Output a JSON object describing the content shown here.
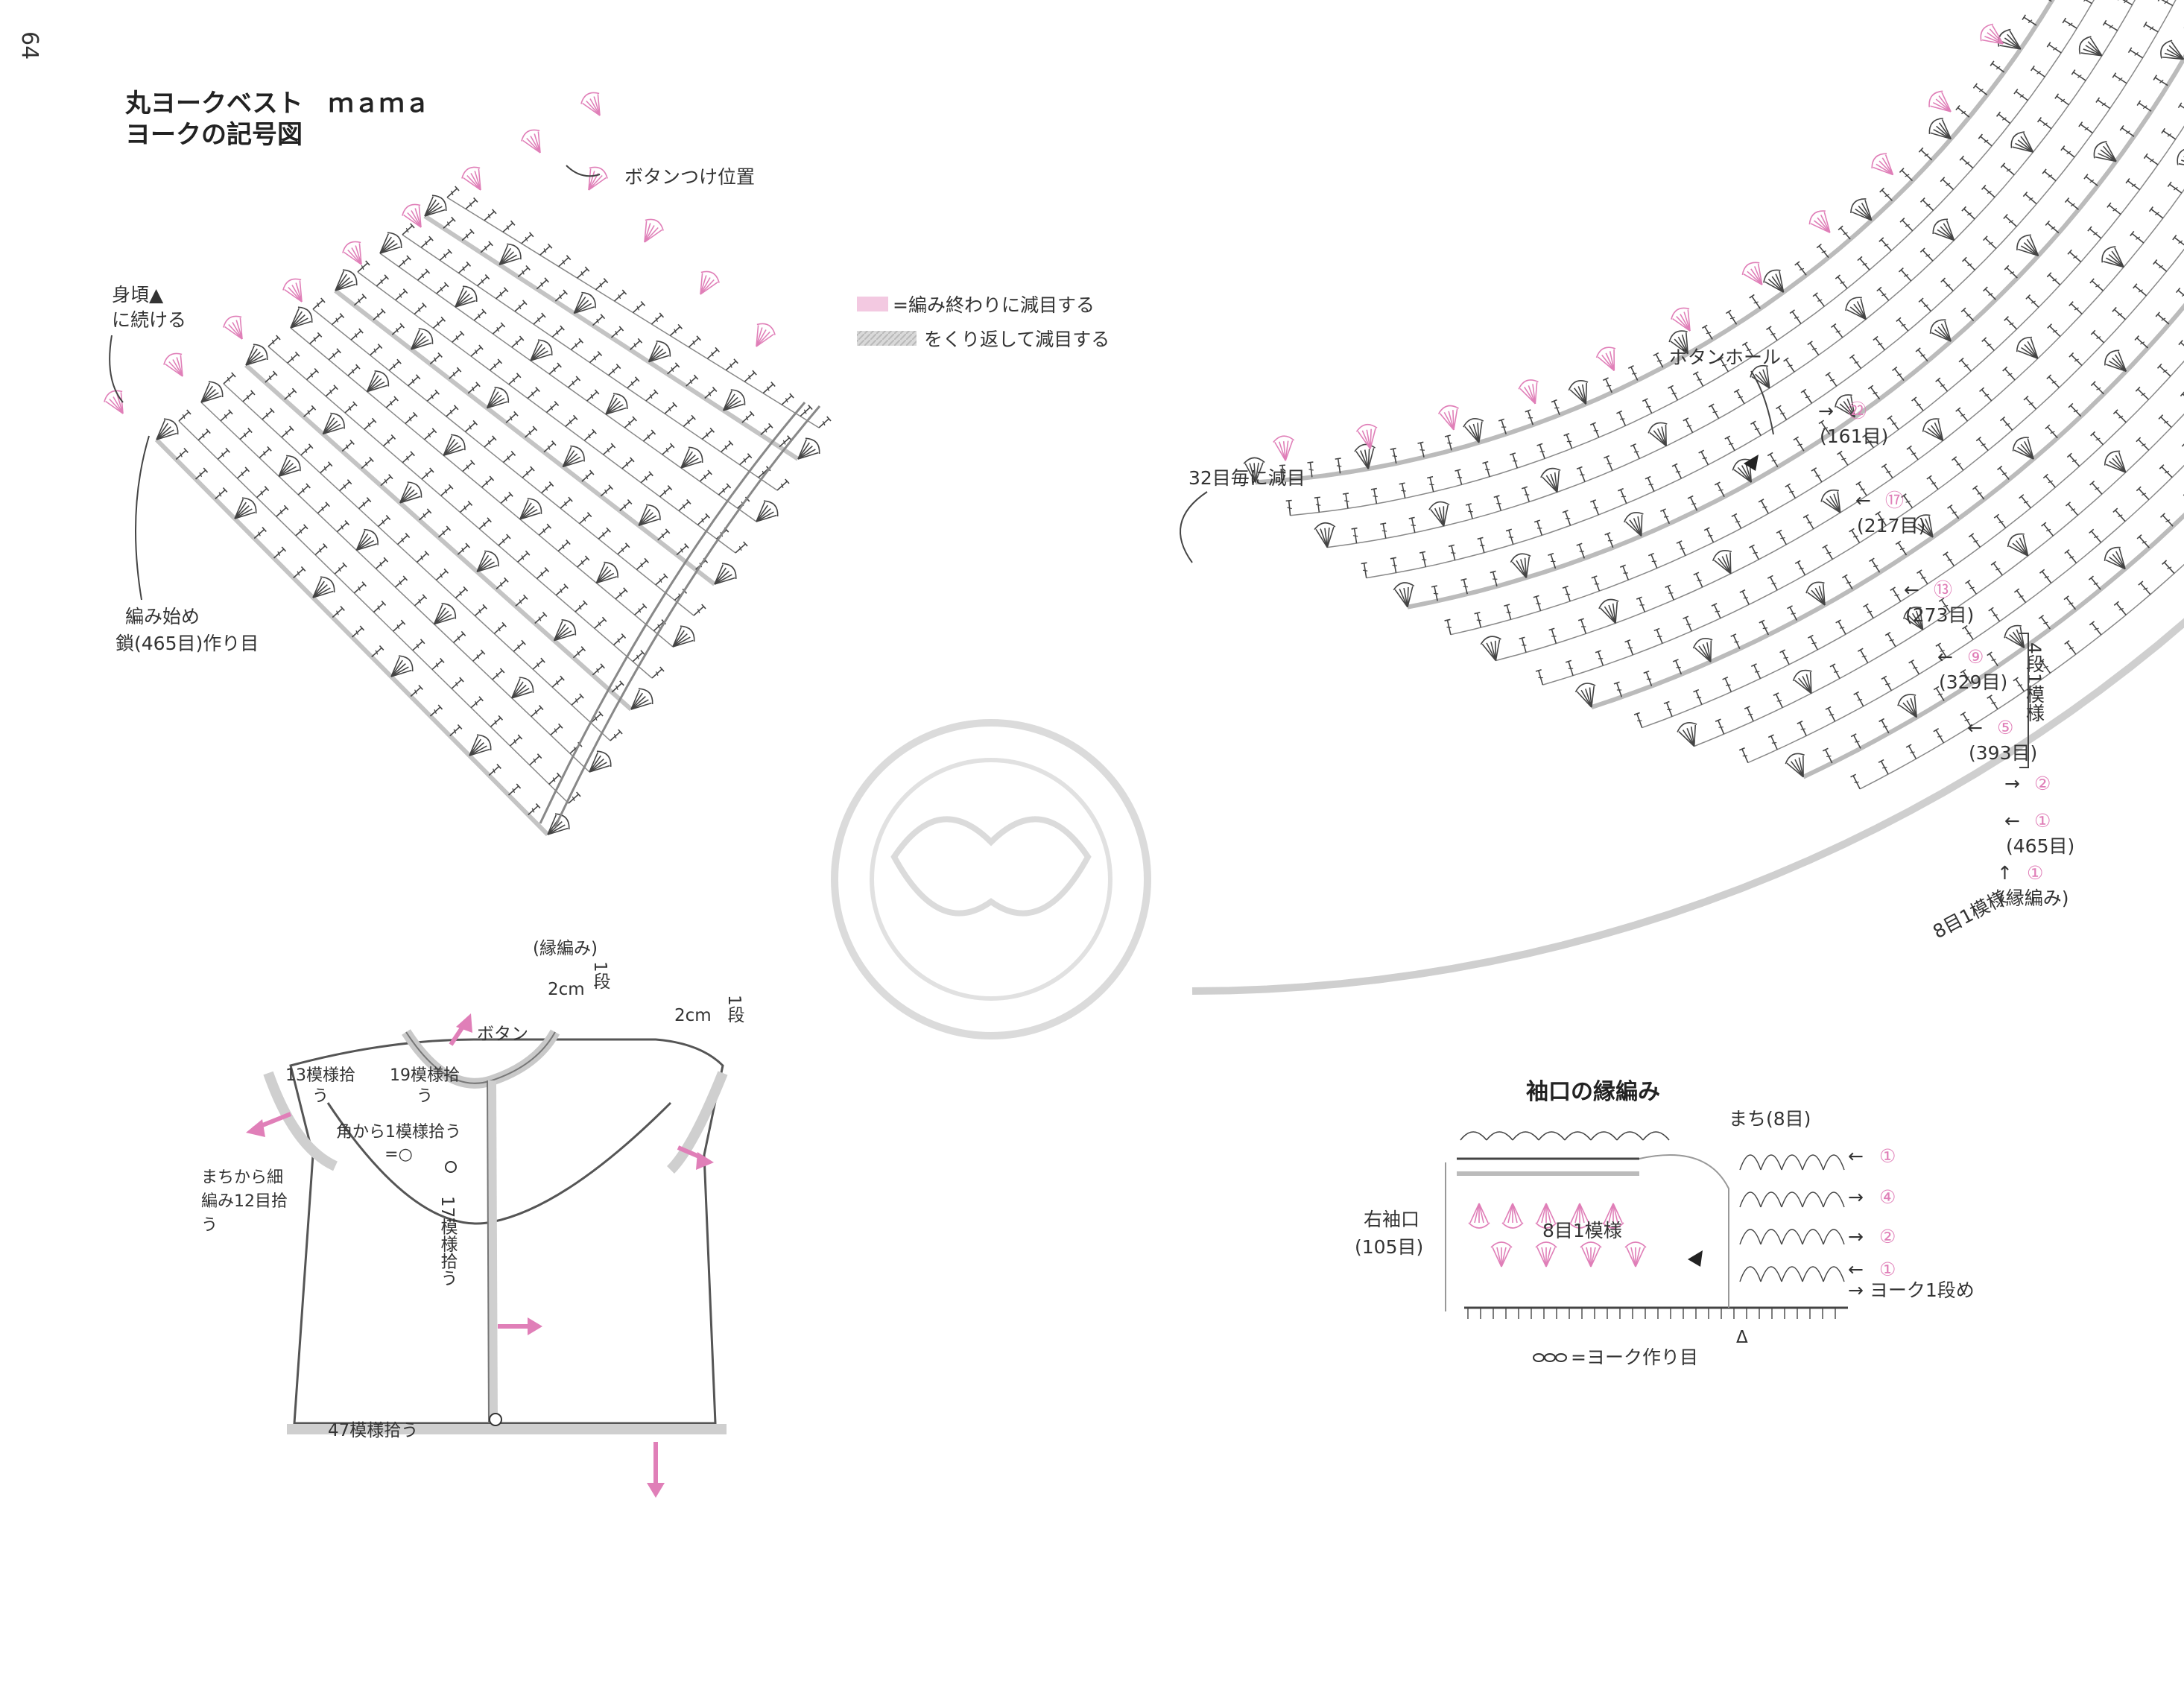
{
  "page_number": "64",
  "title": {
    "line1": "丸ヨークベスト　ｍａｍａ",
    "line2": "ヨークの記号図"
  },
  "legend": {
    "pink": "=編み終わりに減目する",
    "gray": "をくり返して減目する"
  },
  "yoke": {
    "button_position": "ボタンつけ位置",
    "continue_line1": "身頃▲",
    "continue_line2": "に続ける",
    "start_line1": "編み始め",
    "start_line2": "鎖(465目)作り目",
    "decrease_note": "32目毎に減目",
    "button_hole": "ボタンホール",
    "pattern_repeat": "8目1模様",
    "four_rows": "4段1模様",
    "rows": [
      {
        "row": "㉒",
        "count": "(161目)",
        "arrow": "→"
      },
      {
        "row": "⑰",
        "count": "(217目)",
        "arrow": "←"
      },
      {
        "row": "⑬",
        "count": "(273目)",
        "arrow": "←"
      },
      {
        "row": "⑨",
        "count": "(329目)",
        "arrow": "←"
      },
      {
        "row": "⑤",
        "count": "(393目)",
        "arrow": "←"
      },
      {
        "row": "②",
        "count": "",
        "arrow": "→"
      },
      {
        "row": "①",
        "count": "(465目)",
        "arrow": "←"
      },
      {
        "row": "①",
        "count": "(縁編み)",
        "arrow": "↑"
      }
    ]
  },
  "schematic": {
    "edge": "(縁編み)",
    "w1": "2cm",
    "w2": "2cm",
    "one_row": "1段",
    "button": "ボタン",
    "pick13": "13模様拾う",
    "pick19": "19模様拾う",
    "corner": "角から1模様拾う=○",
    "gusset_pick": "まちから細編み12目拾う",
    "front_pick": "17模様拾う",
    "hem_pick": "47模様拾う"
  },
  "cuff": {
    "title": "袖口の縁編み",
    "gusset": "まち(8目)",
    "right_cuff": "右袖口",
    "right_cuff_count": "(105目)",
    "pattern_repeat": "8目1模様",
    "yoke_chain": "=ヨーク作り目",
    "yoke_row1": "→ ヨーク1段め",
    "row_markers": [
      {
        "arrow": "←",
        "row": "①"
      },
      {
        "arrow": "→",
        "row": "④"
      },
      {
        "arrow": "→",
        "row": "②"
      },
      {
        "arrow": "←",
        "row": "①"
      }
    ]
  },
  "colors": {
    "accent_pink": "#e07fb8",
    "gray_shade": "#cfcfcf",
    "line": "#444444"
  }
}
